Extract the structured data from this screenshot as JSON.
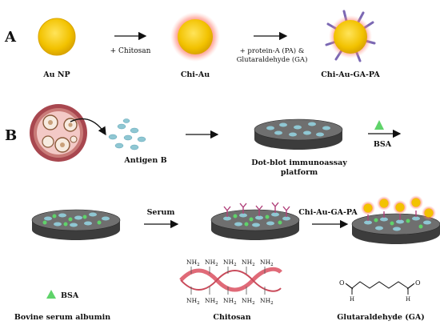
{
  "panel_a": {
    "letter": "A",
    "au_np_label": "Au NP",
    "chitosan_step": "+ Chitosan",
    "chi_au_label": "Chi-Au",
    "pa_step_line1": "+ protein-A (PA) &",
    "pa_step_line2": "Glutaraldehyde (GA)",
    "chi_au_ga_pa_label": "Chi-Au-GA-PA"
  },
  "panel_b": {
    "letter": "B",
    "antigen_label": "Antigen B",
    "platform_line1": "Dot-blot immunoassay",
    "platform_line2": "platform",
    "bsa_step": "BSA",
    "serum_step": "Serum",
    "conjugate_step": "Chi-Au-GA-PA"
  },
  "legend": {
    "bsa_label": "BSA",
    "bsa_caption": "Bovine serum albumin",
    "chitosan_caption": "Chitosan",
    "nh2": "NH",
    "nh2_sub": "2",
    "ga_caption": "Glutaraldehyde (GA)",
    "atom_o": "O",
    "atom_h": "H"
  },
  "colors": {
    "gold": "#f2c200",
    "gold_edge": "#d9a400",
    "red_glow": "#e8473c",
    "purple": "#7b68b3",
    "platform_top": "#6f6f6f",
    "platform_side": "#3c3c3c",
    "antigen": "#8fc7d3",
    "bsa_green": "#5fd36a",
    "chitosan_pink": "#e06a78",
    "cell_outer": "#a8474f",
    "cell_inner": "#f3c9c6"
  }
}
